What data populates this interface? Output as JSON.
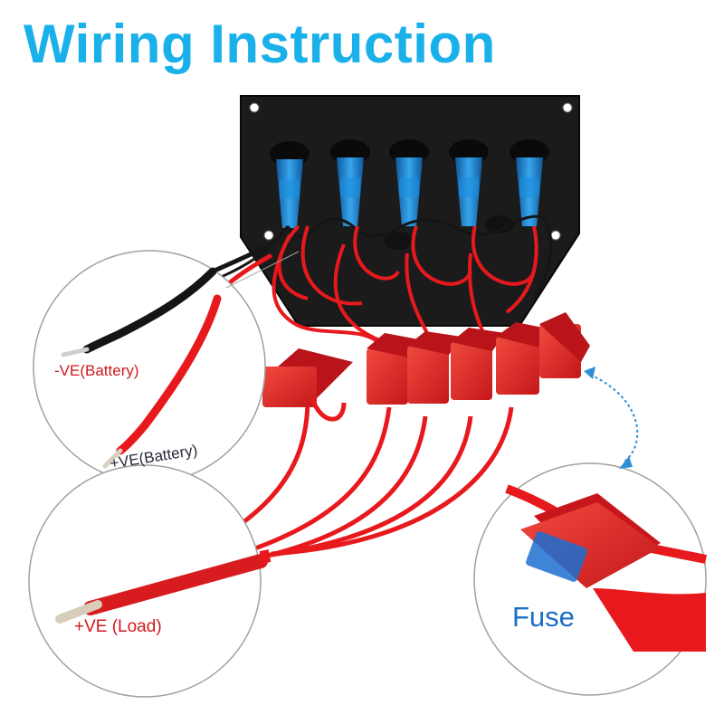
{
  "title": "Wiring Instruction",
  "labels": {
    "negative_battery": "-VE(Battery)",
    "positive_battery": "+VE(Battery)",
    "positive_load": "+VE (Load)",
    "fuse": "Fuse"
  },
  "colors": {
    "title": "#1ab0ea",
    "wire_red": "#e8191d",
    "wire_black": "#151515",
    "panel": "#1a1a1a",
    "switch_blue": "#1c8fe0",
    "fuse_label": "#1b6fc4",
    "label_red": "#d0181e",
    "callout_circle": "#9a9a9a",
    "arrow": "#2f8fd6"
  },
  "panel": {
    "switch_count": 5
  }
}
